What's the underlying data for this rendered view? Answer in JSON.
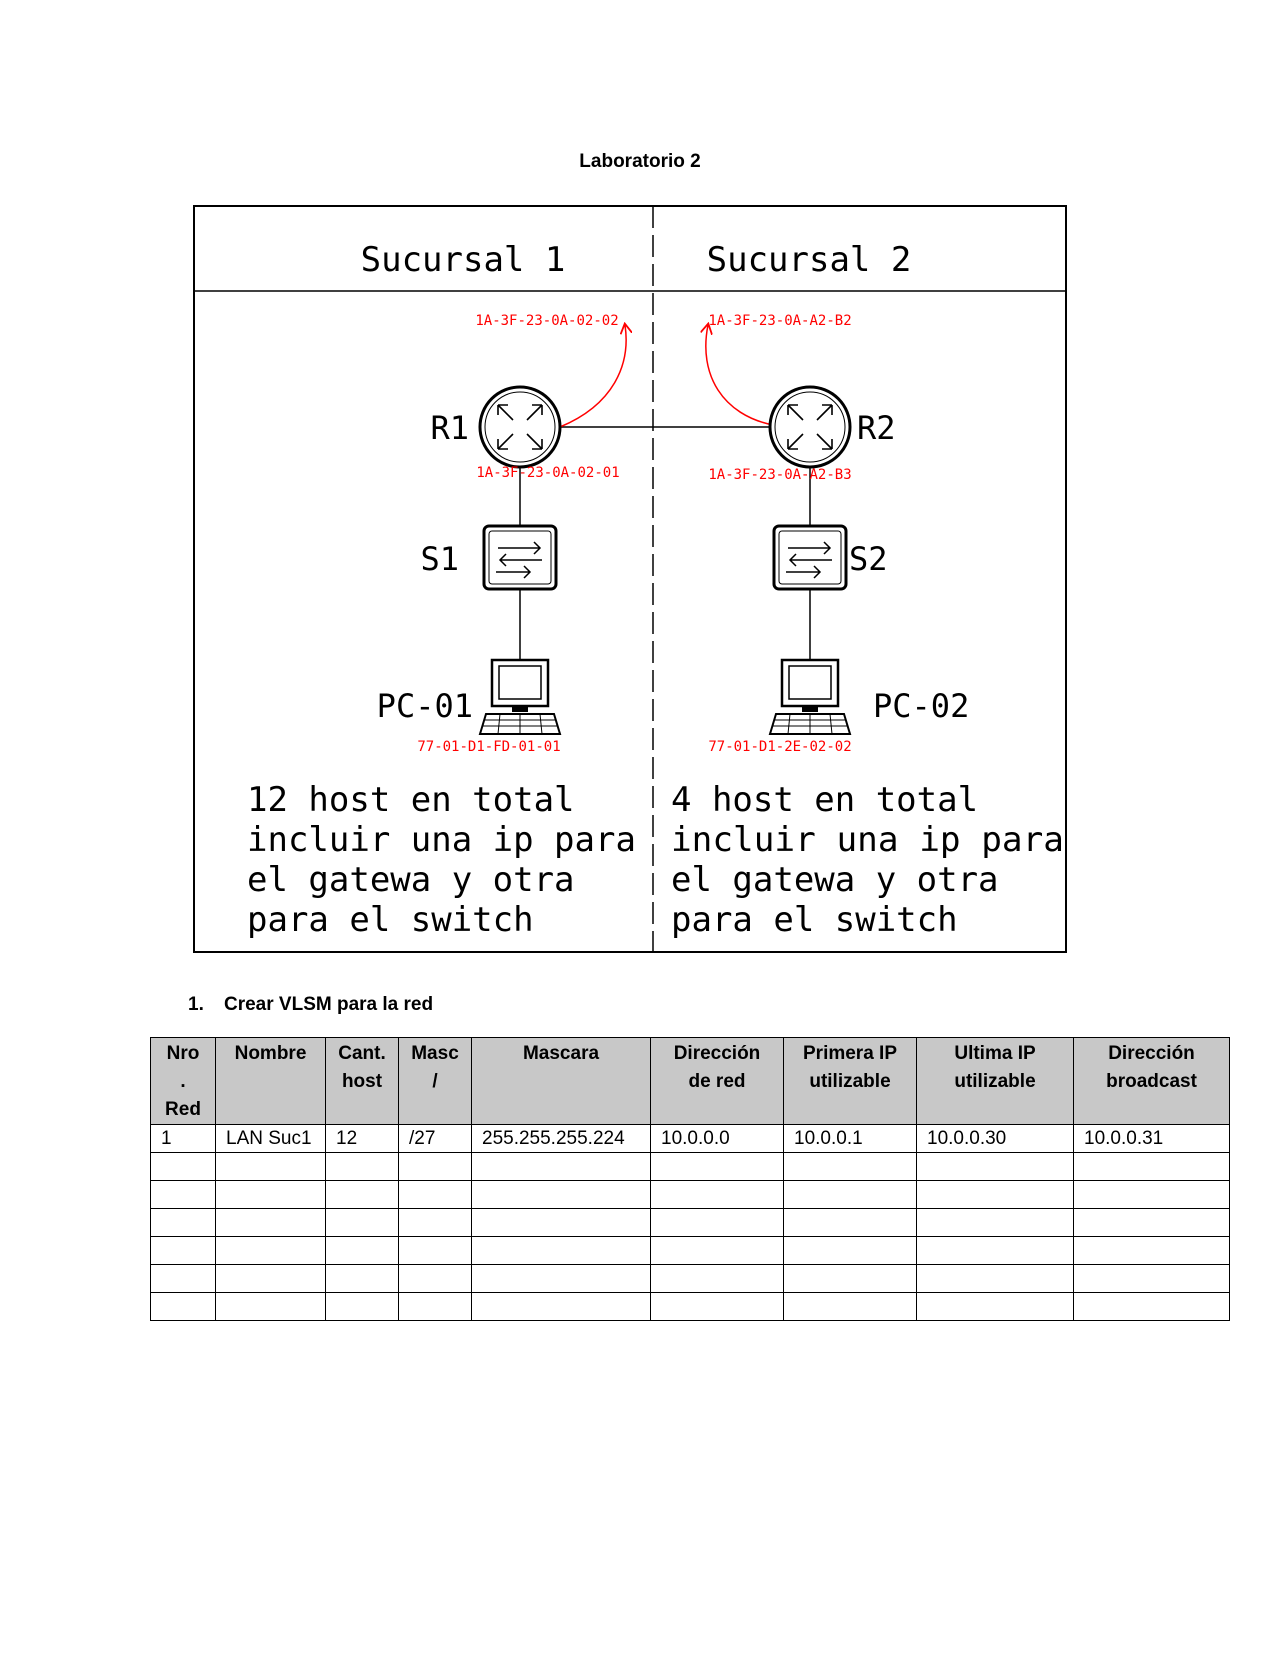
{
  "document": {
    "title": "Laboratorio 2"
  },
  "figure": {
    "branch1": {
      "header": "Sucursal 1",
      "router_label": "R1",
      "router_mac_top": "1A-3F-23-0A-02-02",
      "router_mac_bottom": "1A-3F-23-0A-02-01",
      "switch_label": "S1",
      "pc_label": "PC-01",
      "pc_mac": "77-01-D1-FD-01-01",
      "note_lines": [
        "12 host en total",
        "incluir una ip para",
        "el gatewa y otra",
        "para el switch"
      ]
    },
    "branch2": {
      "header": "Sucursal 2",
      "router_label": "R2",
      "router_mac_top": "1A-3F-23-0A-A2-B2",
      "router_mac_bottom": "1A-3F-23-0A-A2-B3",
      "switch_label": "S2",
      "pc_label": "PC-02",
      "pc_mac": "77-01-D1-2E-02-02",
      "note_lines": [
        "4 host en total",
        "incluir una ip para",
        "el gatewa y otra",
        "para el switch"
      ]
    },
    "colors": {
      "mac_text": "#ff0000",
      "lines": "#000000"
    }
  },
  "section": {
    "number": "1.",
    "heading": "Crear VLSM para la red"
  },
  "table": {
    "headers": [
      [
        "Nro",
        ".",
        "Red"
      ],
      [
        "Nombre"
      ],
      [
        "Cant.",
        "host"
      ],
      [
        "Masc",
        "/"
      ],
      [
        "Mascara"
      ],
      [
        "Dirección",
        "de red"
      ],
      [
        "Primera IP",
        "utilizable"
      ],
      [
        "Ultima IP",
        "utilizable"
      ],
      [
        "Dirección",
        "broadcast"
      ]
    ],
    "rows": [
      [
        "1",
        "LAN Suc1",
        "12",
        "/27",
        "255.255.255.224",
        "10.0.0.0",
        "10.0.0.1",
        "10.0.0.30",
        "10.0.0.31"
      ],
      [
        "",
        "",
        "",
        "",
        "",
        "",
        "",
        "",
        ""
      ],
      [
        "",
        "",
        "",
        "",
        "",
        "",
        "",
        "",
        ""
      ],
      [
        "",
        "",
        "",
        "",
        "",
        "",
        "",
        "",
        ""
      ],
      [
        "",
        "",
        "",
        "",
        "",
        "",
        "",
        "",
        ""
      ],
      [
        "",
        "",
        "",
        "",
        "",
        "",
        "",
        "",
        ""
      ],
      [
        "",
        "",
        "",
        "",
        "",
        "",
        "",
        "",
        ""
      ]
    ]
  }
}
